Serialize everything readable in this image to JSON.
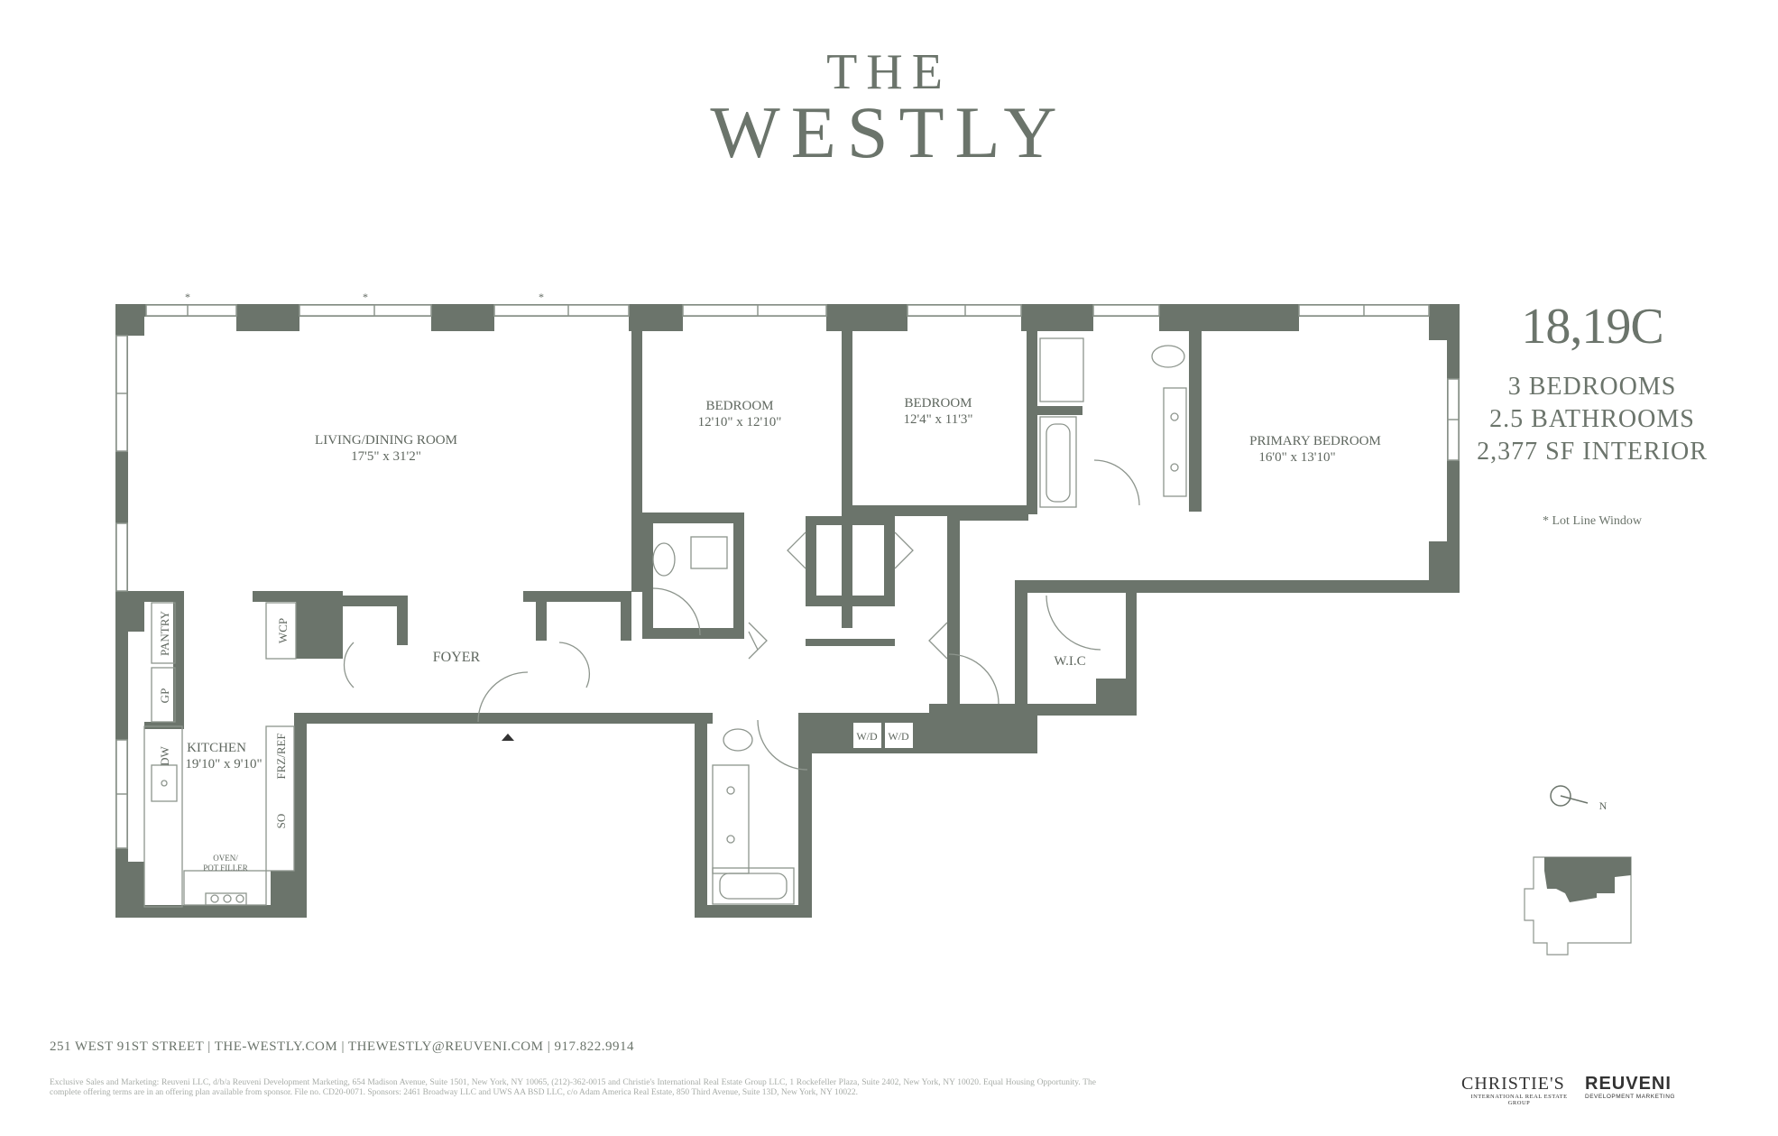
{
  "brand": {
    "the": "THE",
    "name": "WESTLY"
  },
  "unit": {
    "id": "18,19C",
    "bedrooms": "3 BEDROOMS",
    "bathrooms": "2.5 BATHROOMS",
    "area": "2,377 SF INTERIOR"
  },
  "legend_note": "* Lot Line Window",
  "window_marker": "*",
  "rooms": {
    "living": {
      "name": "LIVING/DINING ROOM",
      "dims": "17'5\" x 31'2\""
    },
    "bedroom1": {
      "name": "BEDROOM",
      "dims": "12'10\" x 12'10\""
    },
    "bedroom2": {
      "name": "BEDROOM",
      "dims": "12'4\" x 11'3\""
    },
    "primary": {
      "name": "PRIMARY BEDROOM",
      "dims": "16'0\" x 13'10\""
    },
    "kitchen": {
      "name": "KITCHEN",
      "dims": "19'10\" x 9'10\""
    },
    "foyer": {
      "name": "FOYER"
    },
    "wic": {
      "name": "W.I.C"
    }
  },
  "fixtures": {
    "pantry": "PANTRY",
    "gp": "GP",
    "wcp": "WCP",
    "dw": "DW",
    "frz_ref": "FRZ/REF",
    "so": "SO",
    "oven_line1": "OVEN/",
    "oven_line2": "POT FILLER",
    "wd1": "W/D",
    "wd2": "W/D"
  },
  "compass": {
    "label": "N"
  },
  "footer": {
    "contact": "251 WEST 91ST STREET | THE-WESTLY.COM | THEWESTLY@REUVENI.COM | 917.822.9914",
    "legal": "Exclusive Sales and Marketing: Reuveni LLC, d/b/a Reuveni Development Marketing, 654 Madison Avenue, Suite 1501, New York, NY 10065, (212)-362-0015 and Christie's International Real Estate Group LLC, 1 Rockefeller Plaza, Suite 2402, New York, NY 10020. Equal Housing Opportunity. The complete offering terms are in an offering plan available from sponsor. File no. CD20-0071. Sponsors: 2461 Broadway LLC and UWS AA BSD LLC, c/o Adam America Real Estate, 850 Third Avenue, Suite 13D, New York, NY 10022."
  },
  "logos": {
    "christies": "CHRISTIE'S",
    "christies_sub": "INTERNATIONAL REAL ESTATE GROUP",
    "reuveni": "REUVENI",
    "reuveni_sub": "DEVELOPMENT MARKETING"
  },
  "colors": {
    "wall": "#6b746b",
    "text": "#5f675f",
    "light_line": "#bfc4bf"
  }
}
